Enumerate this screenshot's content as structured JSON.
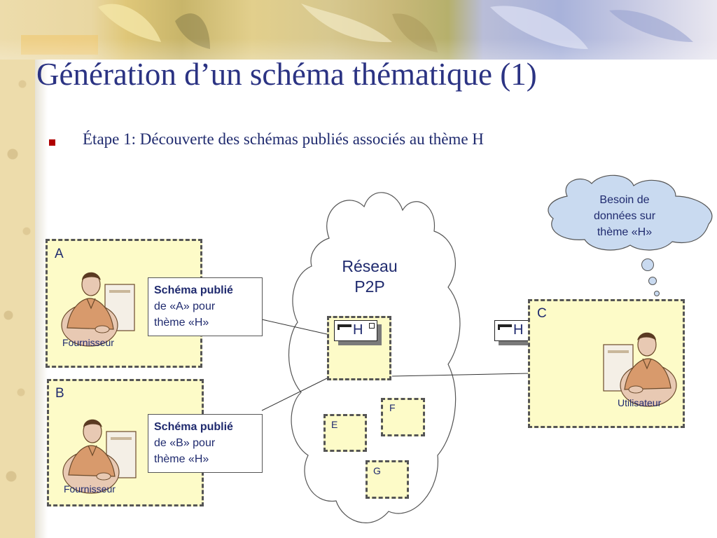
{
  "title": "Génération d’un schéma thématique (1)",
  "bullet": "Étape 1: Découverte des schémas publiés associés au thème H",
  "colors": {
    "title": "#2b3383",
    "bullet_marker": "#b00000",
    "box_fill": "#fdfbc8",
    "cloud_fill": "#c9daf0"
  },
  "nodes": {
    "a": {
      "label": "A",
      "role": "Fournisseur",
      "icon": "person-at-computer-icon"
    },
    "b": {
      "label": "B",
      "role": "Fournisseur",
      "icon": "person-at-computer-icon"
    },
    "c": {
      "label": "C",
      "role": "Utilisateur",
      "icon": "person-at-computer-icon"
    },
    "e": {
      "label": "E"
    },
    "f": {
      "label": "F"
    },
    "g": {
      "label": "G"
    }
  },
  "schema_a": {
    "bold": "Schéma publié",
    "line2": "de «A» pour",
    "line3": "thème «H»"
  },
  "schema_b": {
    "bold": "Schéma publié",
    "line2": "de «B» pour",
    "line3": "thème «H»"
  },
  "network": {
    "line1": "Réseau",
    "line2": "P2P"
  },
  "h_cards": {
    "center": "H",
    "right": "H"
  },
  "thought": {
    "line1": "Besoin de",
    "line2": "données sur",
    "line3": "thème «H»"
  }
}
